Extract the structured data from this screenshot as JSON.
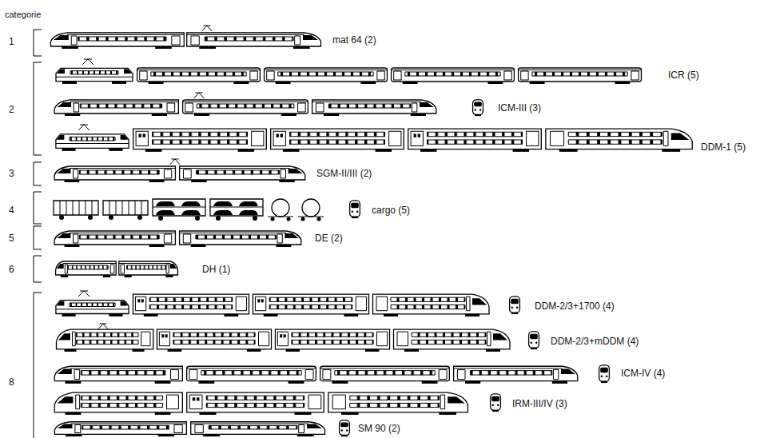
{
  "diagram": {
    "labels": [
      "categorie",
      "1",
      "mat 64 (2)",
      "2",
      "ICR (5)",
      "ICM-III (3)",
      "DDM-1 (5)",
      "3",
      "SGM-II/III (2)",
      "4",
      "cargo (5)",
      "5",
      "DE (2)",
      "6",
      "DH (1)",
      "8",
      "DDM-2/3+1700 (4)",
      "DDM-2/3+mDDM (4)",
      "ICM-IV (4)",
      "IRM-III/IV (3)",
      "SM 90 (2)"
    ]
  }
}
